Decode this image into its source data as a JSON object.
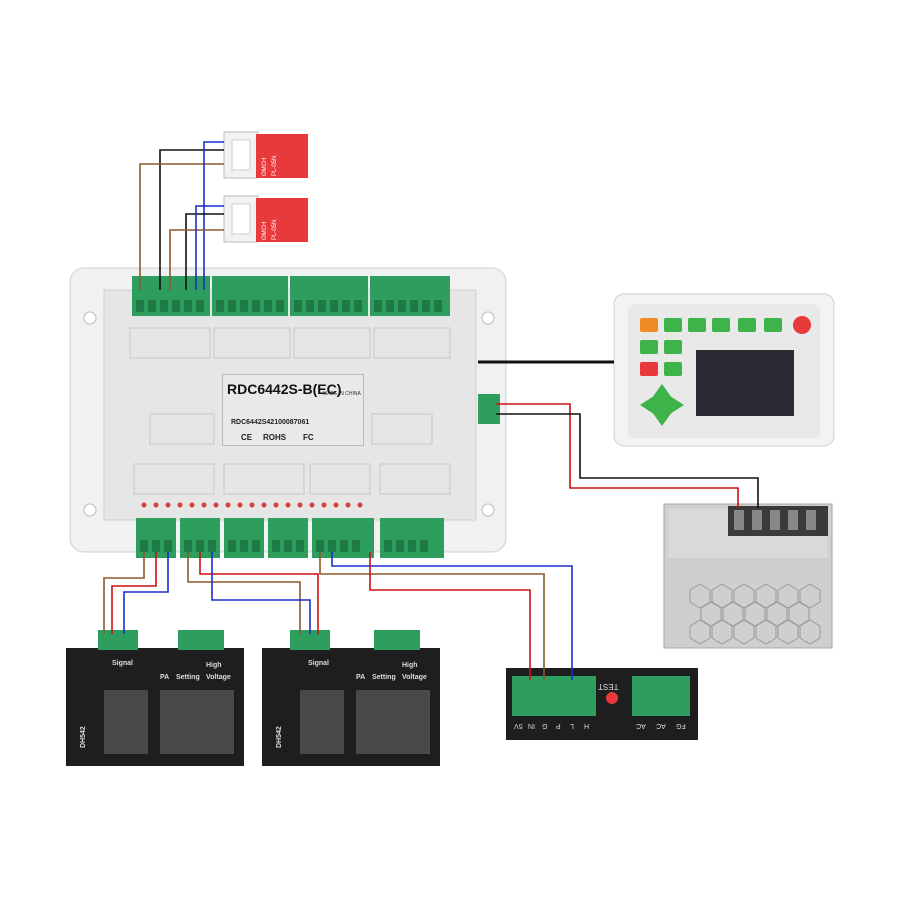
{
  "controller": {
    "model": "RDC6442S-B(EC)",
    "made_in": "MADE IN CHINA",
    "serial": "RDC6442S42100087061",
    "certs": [
      "CE",
      "ROHS",
      "FC"
    ]
  },
  "sensors": [
    {
      "brand": "OMCH",
      "model": "PL-05N"
    },
    {
      "brand": "OMCH",
      "model": "PL-05N"
    }
  ],
  "drivers": [
    {
      "model": "DH542",
      "labels": [
        "Signal",
        "PA",
        "Setting",
        "High",
        "Voltage"
      ]
    },
    {
      "model": "DH542",
      "labels": [
        "Signal",
        "PA",
        "Setting",
        "High",
        "Voltage"
      ]
    }
  ],
  "laser_psu": {
    "test_label": "TEST",
    "pins": [
      "5V",
      "IN",
      "G",
      "P",
      "L",
      "H",
      "AC",
      "AC",
      "FG"
    ]
  },
  "colors": {
    "wire_brown": "#8b5a2b",
    "wire_blue": "#1a2ecc",
    "wire_red": "#cc1111",
    "wire_black": "#111111",
    "terminal_green": "#2e9e5e",
    "sensor_red": "#e83a3a"
  }
}
